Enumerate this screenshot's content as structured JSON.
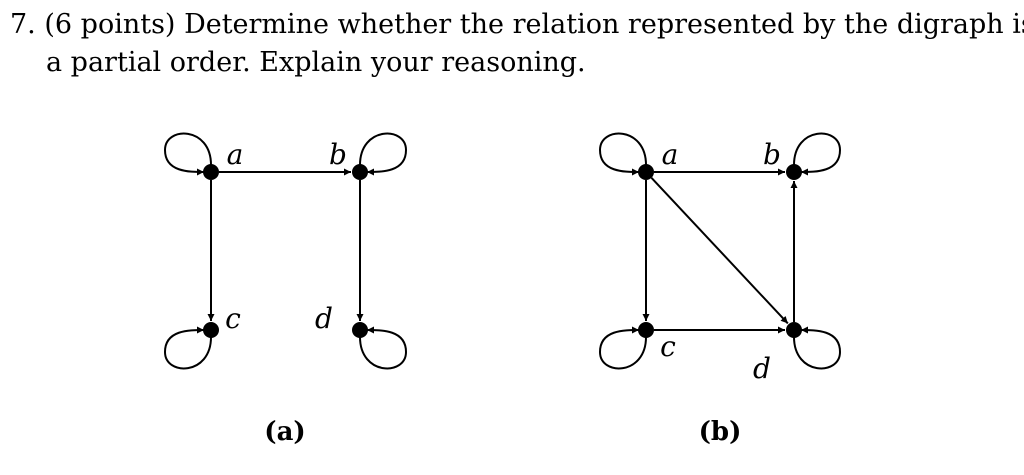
{
  "question": {
    "number": "7.",
    "points": "(6 points)",
    "line1_text": "Determine whether the relation represented by the digraph is",
    "line2_text": "a partial order. Explain your reasoning."
  },
  "graphs": [
    {
      "caption": "(a)",
      "nodes": [
        "a",
        "b",
        "c",
        "d"
      ],
      "loops": [
        "a",
        "b",
        "c",
        "d"
      ],
      "edges": [
        [
          "a",
          "b"
        ],
        [
          "a",
          "c"
        ],
        [
          "b",
          "d"
        ]
      ]
    },
    {
      "caption": "(b)",
      "nodes": [
        "a",
        "b",
        "c",
        "d"
      ],
      "loops": [
        "a",
        "b",
        "c",
        "d"
      ],
      "edges": [
        [
          "a",
          "b"
        ],
        [
          "a",
          "c"
        ],
        [
          "a",
          "d"
        ],
        [
          "c",
          "d"
        ],
        [
          "d",
          "b"
        ]
      ]
    }
  ]
}
